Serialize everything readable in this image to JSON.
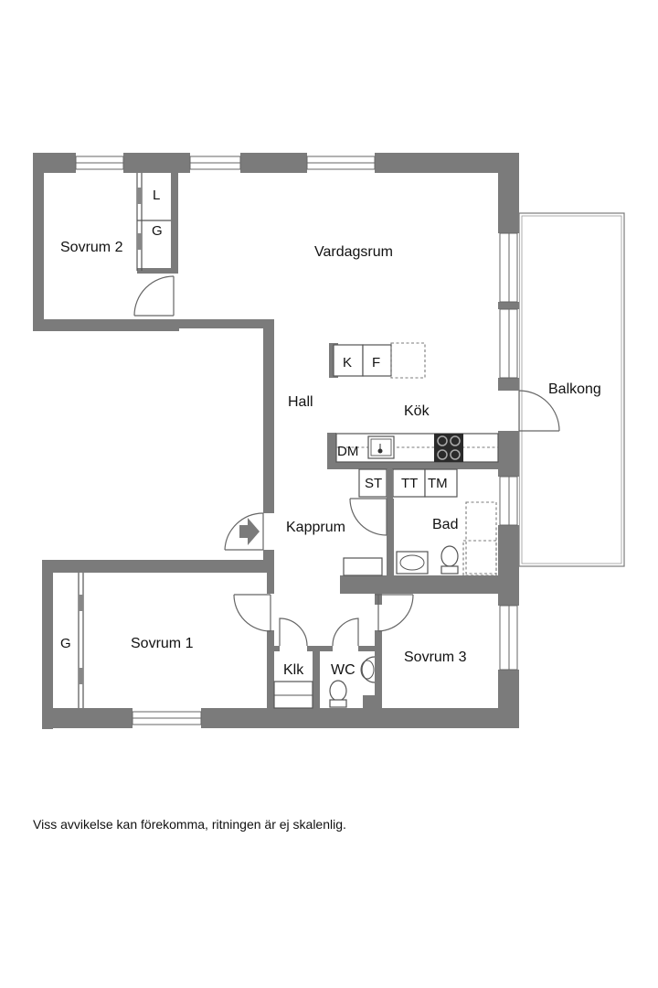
{
  "rooms": {
    "sovrum2": "Sovrum 2",
    "vardagsrum": "Vardagsrum",
    "balkong": "Balkong",
    "hall": "Hall",
    "kok": "Kök",
    "kapprum": "Kapprum",
    "bad": "Bad",
    "sovrum1": "Sovrum 1",
    "sovrum3": "Sovrum 3",
    "klk": "Klk",
    "wc": "WC"
  },
  "fixtures": {
    "linen": "L",
    "wardrobe": "G",
    "fridge": "K",
    "freezer": "F",
    "dishwasher": "DM",
    "storage": "ST",
    "dryer": "TT",
    "washer": "TM"
  },
  "disclaimer": "Viss avvikelse kan förekomma, ritningen är ej skalenlig."
}
